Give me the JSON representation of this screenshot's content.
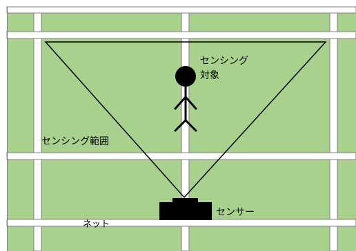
{
  "colors": {
    "field": "#a9d18e",
    "grid": "#ffffff",
    "grid_edge": "#7f7f7f",
    "line": "#000000"
  },
  "labels": {
    "sensing_target_line1": "センシング",
    "sensing_target_line2": "対象",
    "sensing_range": "センシング範囲",
    "sensor": "センサー",
    "net": "ネット"
  }
}
